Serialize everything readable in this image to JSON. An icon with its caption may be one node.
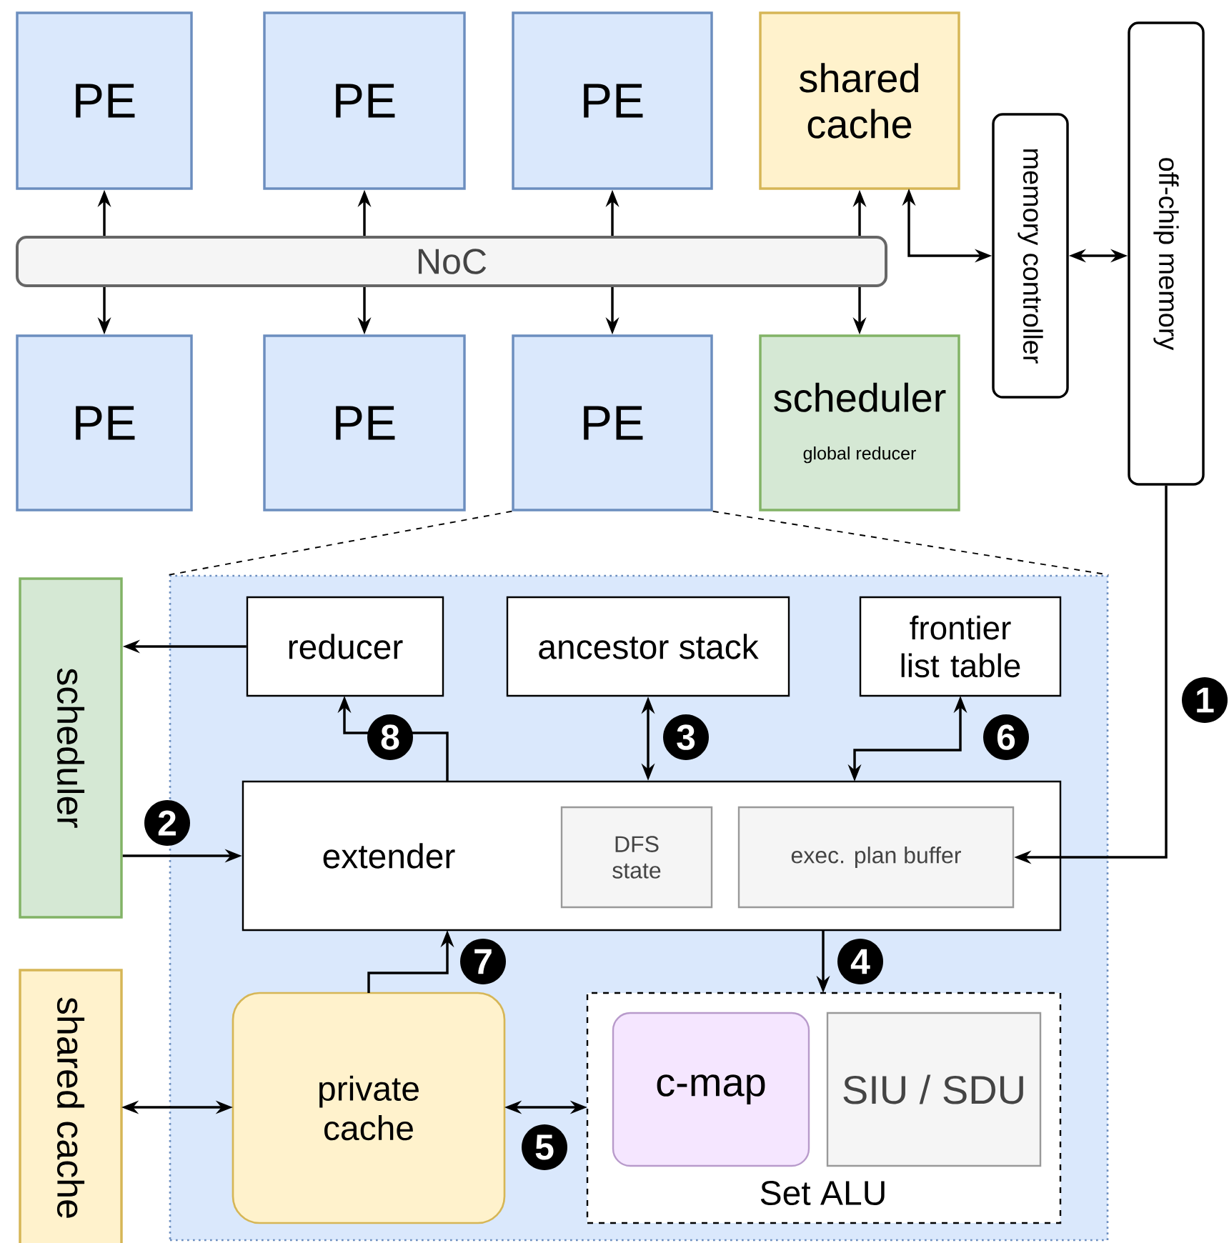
{
  "diagram": {
    "nodes": [
      {
        "text": [
          "PE"
        ]
      },
      {
        "text": [
          "PE"
        ]
      },
      {
        "text": [
          "PE"
        ]
      },
      {
        "text": [
          "shared cache"
        ]
      },
      {
        "text": [
          "memory controller"
        ]
      },
      {
        "text": [
          "off-chip memory"
        ]
      },
      {
        "text": [
          "NoC"
        ]
      },
      {
        "text": [
          "PE"
        ]
      },
      {
        "text": [
          "PE"
        ]
      },
      {
        "text": [
          "PE"
        ]
      },
      {
        "text": [
          "scheduler",
          "global reducer"
        ]
      },
      {
        "text": [],
        "shape": "box"
      },
      {
        "text": [
          "scheduler"
        ]
      },
      {
        "text": [
          "shared cache"
        ]
      },
      {
        "text": [
          "reducer"
        ],
        "in": 11
      },
      {
        "text": [
          "ancestor stack"
        ],
        "in": 11
      },
      {
        "text": [
          "frontier list table"
        ],
        "in": 11
      },
      {
        "text": [
          "extender"
        ],
        "in": 11
      },
      {
        "text": [
          "DFS state"
        ],
        "in": 17
      },
      {
        "text": [
          "exec. plan buffer"
        ],
        "in": 17
      },
      {
        "text": [
          "private cache"
        ],
        "in": 11
      },
      {
        "text": [
          "Set ALU"
        ],
        "in": 11
      },
      {
        "text": [
          "c-map"
        ],
        "in": 21
      },
      {
        "text": [
          "SIU / SDU"
        ],
        "in": 21
      }
    ],
    "edges": [
      {
        "from": 6,
        "to": 0,
        "arrow": "to"
      },
      {
        "from": 6,
        "to": 1,
        "arrow": "to"
      },
      {
        "from": 6,
        "to": 2,
        "arrow": "to"
      },
      {
        "from": 6,
        "to": 3,
        "arrow": "to"
      },
      {
        "from": 6,
        "to": 7,
        "arrow": "to"
      },
      {
        "from": 6,
        "to": 8,
        "arrow": "to"
      },
      {
        "from": 6,
        "to": 9,
        "arrow": "to"
      },
      {
        "from": 6,
        "to": 10,
        "arrow": "to"
      },
      {
        "from": 3,
        "to": 4,
        "arrow": "both"
      },
      {
        "from": 4,
        "to": 5,
        "arrow": "both"
      },
      {
        "from": 5,
        "to": 19,
        "arrow": "to",
        "label": "1"
      },
      {
        "from": 14,
        "to": 12,
        "arrow": "to"
      },
      {
        "from": 12,
        "to": 17,
        "arrow": "to",
        "label": "2"
      },
      {
        "from": 15,
        "to": 17,
        "arrow": "both",
        "label": "3"
      },
      {
        "from": 17,
        "to": 21,
        "arrow": "to",
        "label": "4"
      },
      {
        "from": 20,
        "to": 21,
        "arrow": "both",
        "label": "5"
      },
      {
        "from": 17,
        "to": 16,
        "arrow": "both",
        "label": "6"
      },
      {
        "from": 20,
        "to": 17,
        "arrow": "to",
        "label": "7"
      },
      {
        "from": 17,
        "to": 14,
        "arrow": "to",
        "label": "8"
      },
      {
        "from": 13,
        "to": 20,
        "arrow": "both"
      },
      {
        "from": 9,
        "to": 11,
        "arrow": "none",
        "style": "dashed"
      },
      {
        "from": 9,
        "to": 11,
        "arrow": "none",
        "style": "dashed"
      }
    ]
  }
}
